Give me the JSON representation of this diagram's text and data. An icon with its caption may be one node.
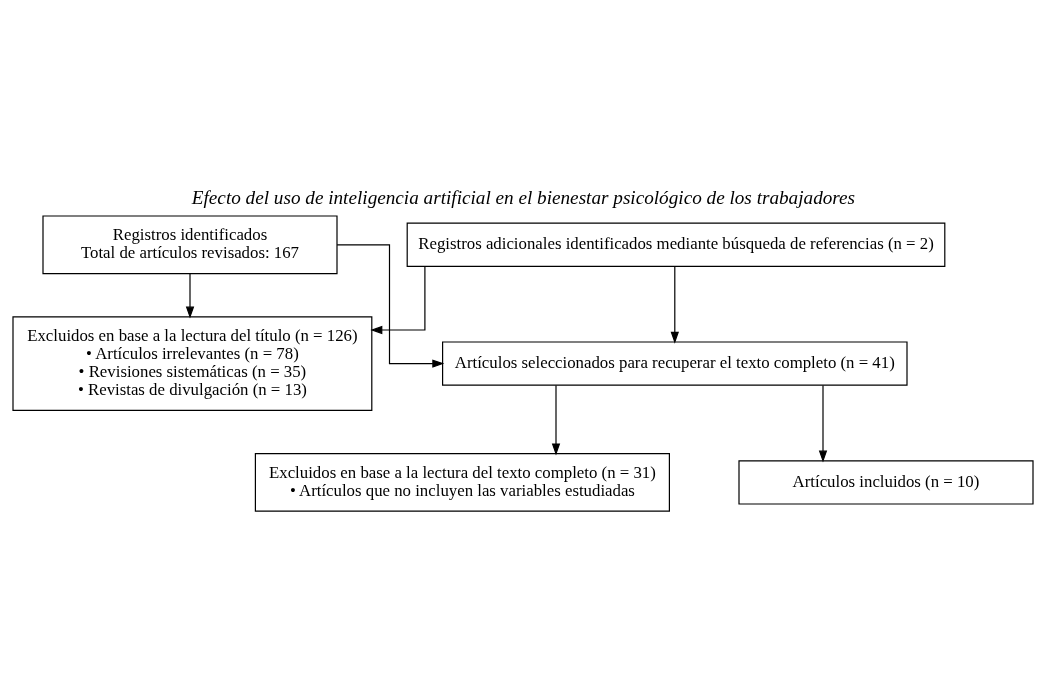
{
  "diagram": {
    "title": "Efecto del uso de inteligencia artificial en el bienestar psicológico de los trabajadores",
    "nodes": [
      {
        "text": [
          "Registros identificados",
          "Total de artículos revisados: 167"
        ]
      },
      {
        "text": [
          "Registros adicionales identificados mediante búsqueda de referencias (n = 2)"
        ]
      },
      {
        "text": [
          "Excluidos en base a la lectura del título (n = 126)",
          "• Artículos irrelevantes (n = 78)",
          "• Revisiones sistemáticas (n = 35)",
          "• Revistas de divulgación (n = 13)"
        ]
      },
      {
        "text": [
          "Artículos seleccionados para recuperar el texto completo (n = 41)"
        ]
      },
      {
        "text": [
          "Excluidos en base a la lectura del texto completo (n = 31)",
          "• Artículos que no incluyen las variables estudiadas"
        ]
      },
      {
        "text": [
          "Artículos incluidos (n = 10)"
        ]
      }
    ],
    "edges": [
      {
        "from": 0,
        "to": 2,
        "arrow": "to"
      },
      {
        "from": 0,
        "to": 3,
        "arrow": "to"
      },
      {
        "from": 1,
        "to": 2,
        "arrow": "to"
      },
      {
        "from": 1,
        "to": 3,
        "arrow": "to"
      },
      {
        "from": 3,
        "to": 4,
        "arrow": "to"
      },
      {
        "from": 3,
        "to": 5,
        "arrow": "to"
      }
    ]
  }
}
